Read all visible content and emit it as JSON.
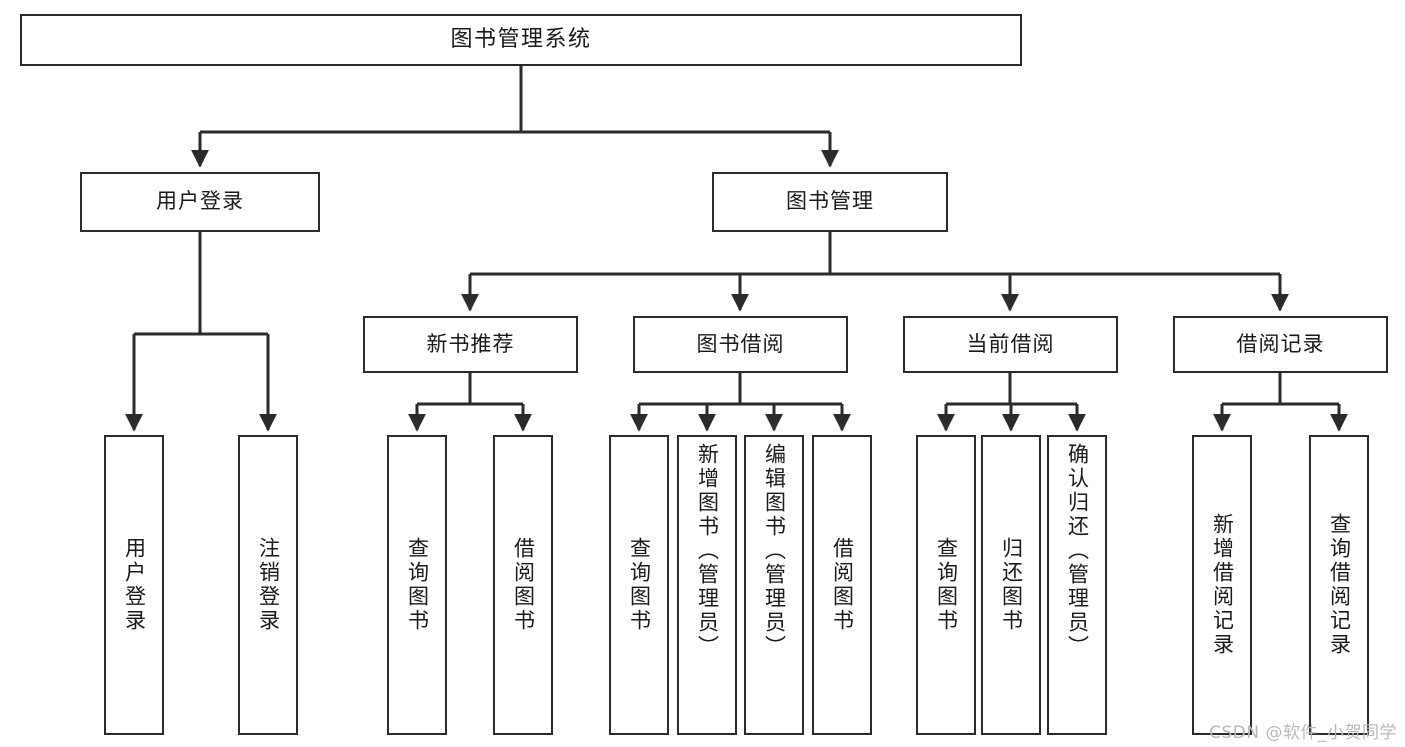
{
  "diagram": {
    "title": "图书管理系统",
    "type": "系统功能结构图",
    "root": {
      "label": "图书管理系统"
    },
    "level2": [
      {
        "label": "用户登录"
      },
      {
        "label": "图书管理"
      }
    ],
    "level3": [
      {
        "label": "新书推荐"
      },
      {
        "label": "图书借阅"
      },
      {
        "label": "当前借阅"
      },
      {
        "label": "借阅记录"
      }
    ],
    "leaves": {
      "user_login": [
        {
          "label": "用户登录"
        },
        {
          "label": "注销登录"
        }
      ],
      "new_book_recommend": [
        {
          "label": "查询图书"
        },
        {
          "label": "借阅图书"
        }
      ],
      "book_borrow": [
        {
          "label": "查询图书"
        },
        {
          "label": "新增图书（管理员）"
        },
        {
          "label": "编辑图书（管理员）"
        },
        {
          "label": "借阅图书"
        }
      ],
      "current_borrow": [
        {
          "label": "查询图书"
        },
        {
          "label": "归还图书"
        },
        {
          "label": "确认归还（管理员）"
        }
      ],
      "borrow_record": [
        {
          "label": "新增借阅记录"
        },
        {
          "label": "查询借阅记录"
        }
      ]
    }
  },
  "watermark": {
    "text": "CSDN @软件_小贺同学"
  },
  "colors": {
    "stroke": "#2b2b2b",
    "background": "#ffffff",
    "text": "#1a1a1a",
    "watermark": "#b9b9b9"
  }
}
